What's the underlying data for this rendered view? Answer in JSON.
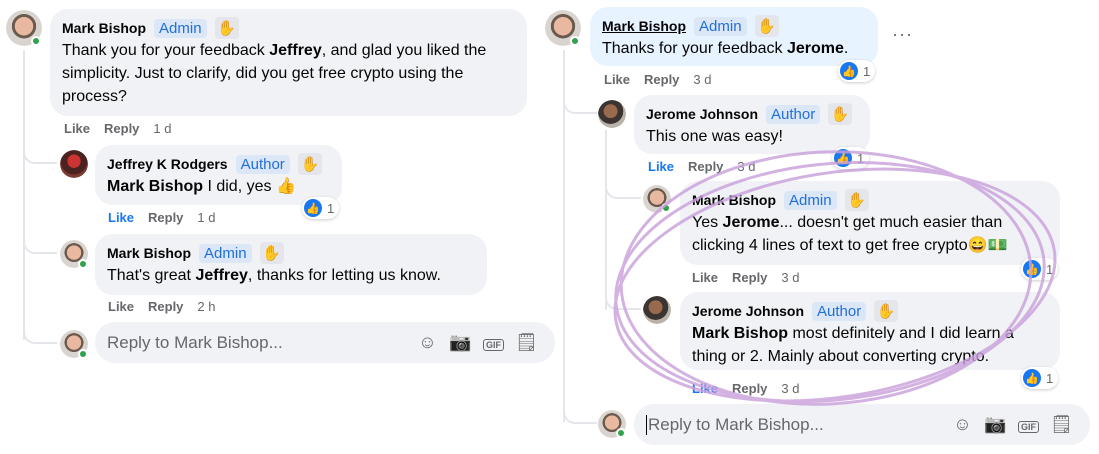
{
  "left": {
    "c1": {
      "name": "Mark Bishop",
      "badge": "Admin",
      "t1": "Thank you for your feedback ",
      "b1": "Jeffrey",
      "t2": ", and glad you liked the simplicity. Just to clarify, did you get free crypto using the process?",
      "like": "Like",
      "reply": "Reply",
      "time": "1 d"
    },
    "c2": {
      "name": "Jeffrey K Rodgers",
      "badge": "Author",
      "b1": "Mark Bishop",
      "t1": " I did, yes 👍",
      "like": "Like",
      "reply": "Reply",
      "time": "1 d",
      "reactions": "1"
    },
    "c3": {
      "name": "Mark Bishop",
      "badge": "Admin",
      "t1": "That's great ",
      "b1": "Jeffrey",
      "t2": ", thanks for letting us know.",
      "like": "Like",
      "reply": "Reply",
      "time": "2 h"
    },
    "input": {
      "placeholder": "Reply to Mark Bishop..."
    }
  },
  "right": {
    "c1": {
      "name": "Mark Bishop",
      "badge": "Admin",
      "t1": "Thanks for your feedback ",
      "b1": "Jerome",
      "t2": ".",
      "like": "Like",
      "reply": "Reply",
      "time": "3 d",
      "reactions": "1",
      "more": "···"
    },
    "c2": {
      "name": "Jerome Johnson",
      "badge": "Author",
      "t1": "This one was easy!",
      "like": "Like",
      "reply": "Reply",
      "time": "3 d",
      "reactions": "1"
    },
    "c3": {
      "name": "Mark Bishop",
      "badge": "Admin",
      "t1": "Yes ",
      "b1": "Jerome",
      "t2": "... doesn't get much easier than clicking 4 lines of text to get free crypto😄💵",
      "like": "Like",
      "reply": "Reply",
      "time": "3 d",
      "reactions": "1"
    },
    "c4": {
      "name": "Jerome Johnson",
      "badge": "Author",
      "b1": "Mark Bishop",
      "t1": " most definitely and I did learn a thing or 2. Mainly about converting crypto.",
      "like": "Like",
      "reply": "Reply",
      "time": "3 d",
      "reactions": "1"
    },
    "input": {
      "placeholder": "Reply to Mark Bishop..."
    }
  },
  "icons": {
    "wave": "✋",
    "thumb": "👍",
    "emoji": "☺",
    "camera": "📷",
    "gif": "GIF",
    "sticker": "🗒"
  },
  "colors": {
    "accent": "#1877f2",
    "annotation": "#c9a0dc",
    "online": "#31a24c"
  }
}
